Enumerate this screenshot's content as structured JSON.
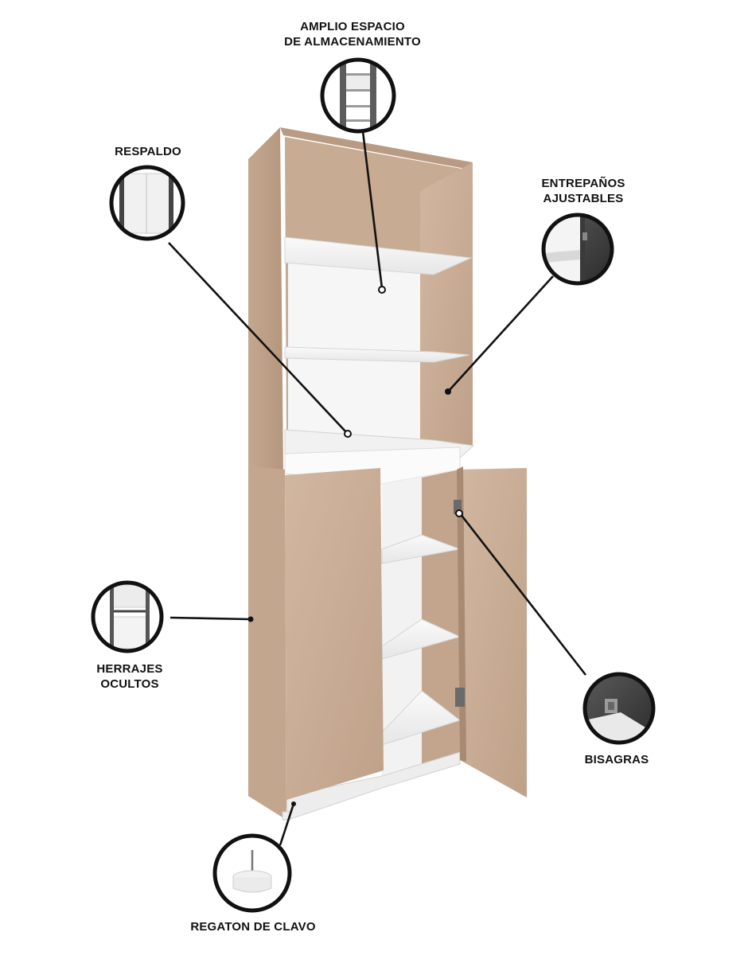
{
  "callouts": {
    "storage": {
      "line1": "AMPLIO ESPACIO",
      "line2": "DE ALMACENAMIENTO",
      "icon": "shelves-icon"
    },
    "backing": {
      "line1": "RESPALDO",
      "icon": "back-panel-icon"
    },
    "shelves": {
      "line1": "ENTREPAÑOS",
      "line2": "AJUSTABLES",
      "icon": "shelf-bracket-icon"
    },
    "hardware": {
      "line1": "HERRAJES",
      "line2": "OCULTOS",
      "icon": "hidden-hardware-icon"
    },
    "hinges": {
      "line1": "BISAGRAS",
      "icon": "hinge-icon"
    },
    "feet": {
      "line1": "REGATON DE CLAVO",
      "icon": "nail-foot-icon"
    }
  },
  "colors": {
    "wood": "#c8ab93",
    "wood_dark": "#b89a80",
    "white_panel": "#f3f3f3",
    "ink": "#111111"
  }
}
